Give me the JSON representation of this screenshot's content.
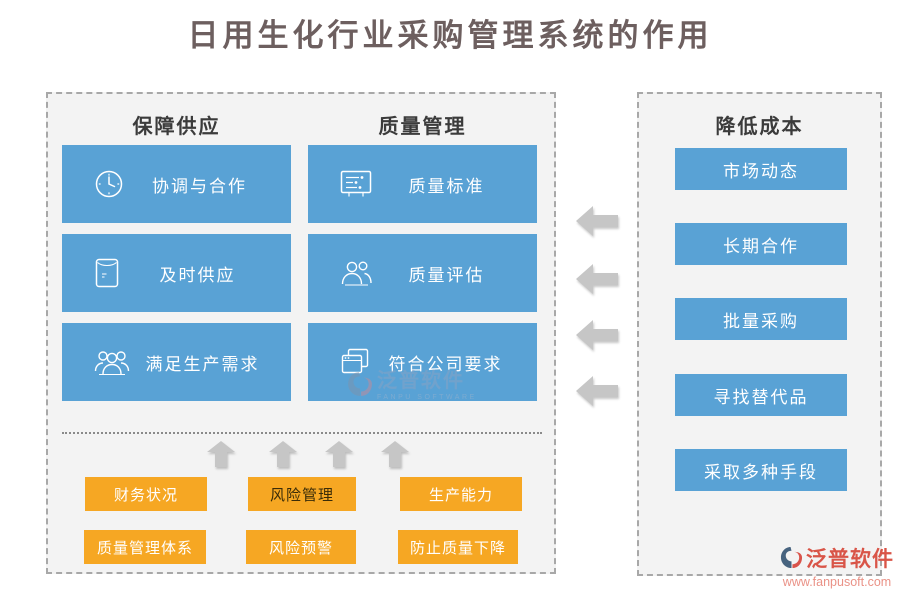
{
  "title": "日用生化行业采购管理系统的作用",
  "left_panel": {
    "columns": [
      {
        "header": "保障供应",
        "items": [
          {
            "label": "协调与合作",
            "icon": "clock-icon"
          },
          {
            "label": "及时供应",
            "icon": "package-icon"
          },
          {
            "label": "满足生产需求",
            "icon": "group-icon"
          }
        ]
      },
      {
        "header": "质量管理",
        "items": [
          {
            "label": "质量标准",
            "icon": "checklist-icon"
          },
          {
            "label": "质量评估",
            "icon": "people-icon"
          },
          {
            "label": "符合公司要求",
            "icon": "documents-icon"
          }
        ]
      }
    ],
    "tags": [
      {
        "label": "财务状况"
      },
      {
        "label": "风险管理"
      },
      {
        "label": "生产能力"
      },
      {
        "label": "质量管理体系"
      },
      {
        "label": "风险预警"
      },
      {
        "label": "防止质量下降"
      }
    ]
  },
  "right_panel": {
    "header": "降低成本",
    "items": [
      "市场动态",
      "长期合作",
      "批量采购",
      "寻找替代品",
      "采取多种手段"
    ]
  },
  "watermark": {
    "brand": "泛普软件",
    "brand_en": "FANPU SOFTWARE",
    "url": "www.fanpusoft.com"
  },
  "colors": {
    "blue": "#59a2d5",
    "orange": "#f6a723",
    "arrow_gray": "#c6c6c6",
    "panel_bg": "#f3f3f3",
    "title": "#6d5f5f",
    "watermark_red": "#d95548"
  }
}
